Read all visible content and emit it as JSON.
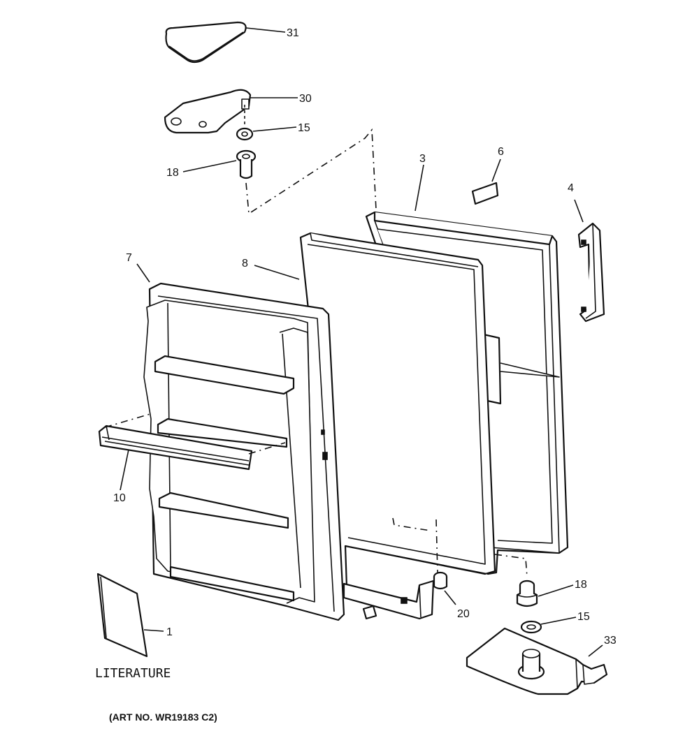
{
  "callouts": {
    "c31": "31",
    "c30": "30",
    "c15a": "15",
    "c18a": "18",
    "c3": "3",
    "c6": "6",
    "c4": "4",
    "c7": "7",
    "c8": "8",
    "c10": "10",
    "c18b": "18",
    "c15b": "15",
    "c20": "20",
    "c33": "33",
    "c1": "1"
  },
  "literature_label": "LITERATURE",
  "art_number": "(ART NO. WR19183 C2)"
}
